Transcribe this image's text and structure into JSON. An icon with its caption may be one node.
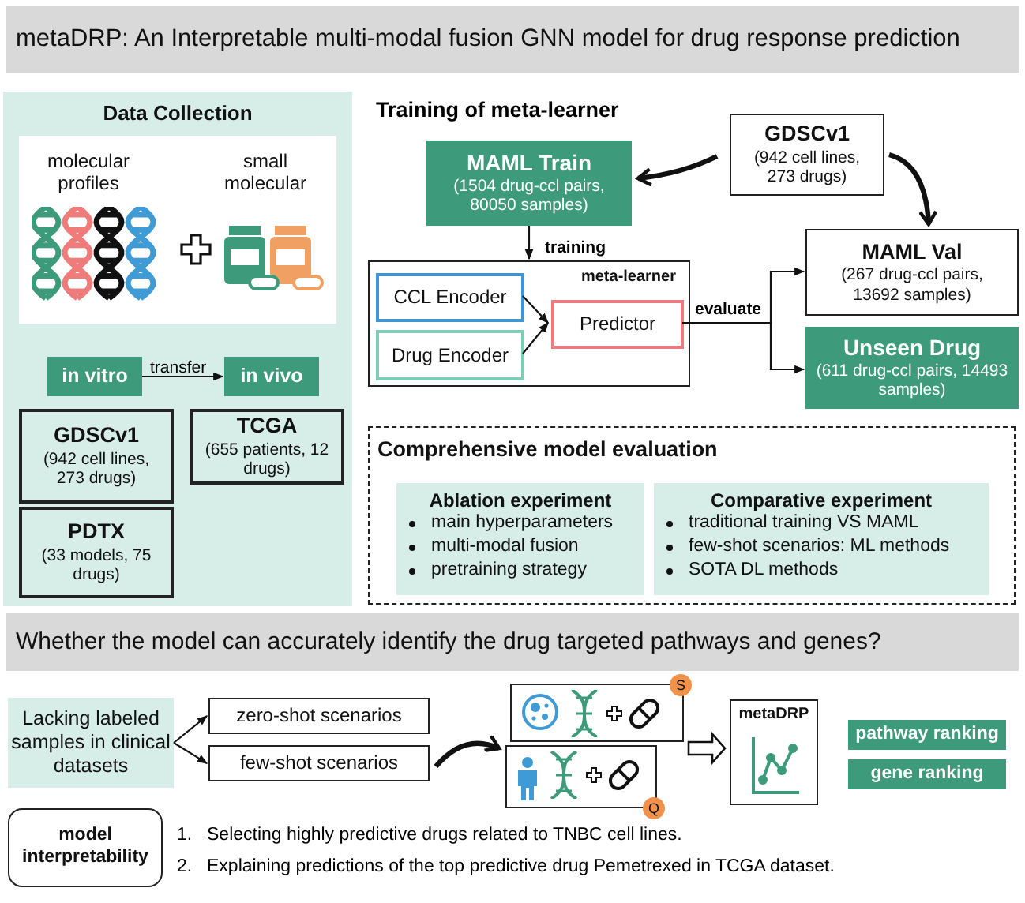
{
  "diagram": {
    "nodes": [
      {
        "text": [
          "metaDRP: An Interpretable multi-modal fusion GNN model for drug response prediction"
        ]
      },
      {
        "text": [
          "Data Collection"
        ]
      },
      {
        "text": [
          "molecular profiles",
          "small molecular"
        ],
        "in": 1
      },
      {
        "text": [
          "in vitro"
        ],
        "in": 1
      },
      {
        "text": [
          "in vivo"
        ],
        "in": 1
      },
      {
        "text": [
          "GDSCv1",
          "(942 cell lines, 273 drugs)"
        ],
        "in": 1
      },
      {
        "text": [
          "TCGA",
          "(655 patients, 12 drugs)"
        ],
        "in": 1
      },
      {
        "text": [
          "PDTX",
          "(33 models, 75 drugs)"
        ],
        "in": 1
      },
      {
        "text": [
          "MAML Train",
          "(1504 drug-ccl pairs, 80050 samples)"
        ]
      },
      {
        "text": [
          "GDSCv1",
          "(942 cell lines, 273 drugs)"
        ]
      },
      {
        "text": [
          "meta-learner"
        ]
      },
      {
        "text": [
          "CCL Encoder"
        ],
        "in": 10
      },
      {
        "text": [
          "Drug Encoder"
        ],
        "in": 10
      },
      {
        "text": [
          "Predictor"
        ],
        "in": 10
      },
      {
        "text": [
          "MAML Val",
          "(267 drug-ccl pairs, 13692 samples)"
        ]
      },
      {
        "text": [
          "Unseen Drug",
          "(611 drug-ccl pairs, 14493 samples)"
        ]
      },
      {
        "text": [
          "Comprehensive model evaluation"
        ]
      },
      {
        "text": [
          "Ablation experiment",
          "main hyperparameters",
          "multi-modal fusion",
          "pretraining strategy"
        ],
        "in": 16
      },
      {
        "text": [
          "Comparative experiment",
          "traditional training VS MAML",
          "few-shot scenarios: ML methods",
          "SOTA DL methods"
        ],
        "in": 16
      },
      {
        "text": [
          "Whether the model can accurately identify the drug targeted pathways and genes?"
        ]
      },
      {
        "text": [
          "Lacking labeled samples in clinical datasets"
        ]
      },
      {
        "text": [
          "zero-shot scenarios"
        ]
      },
      {
        "text": [
          "few-shot scenarios"
        ]
      },
      {
        "text": [
          "S"
        ]
      },
      {
        "text": [
          "Q"
        ]
      },
      {
        "text": [
          "metaDRP"
        ]
      },
      {
        "text": [
          "pathway ranking"
        ]
      },
      {
        "text": [
          "gene ranking"
        ]
      },
      {
        "text": [
          "model interpretability"
        ]
      }
    ],
    "edges": [
      {
        "from": 3,
        "to": 4,
        "arrow": "to",
        "label": "transfer"
      },
      {
        "from": 9,
        "to": 8,
        "arrow": "to",
        "style": "thick"
      },
      {
        "from": 9,
        "to": 14,
        "arrow": "to",
        "style": "thick"
      },
      {
        "from": 8,
        "to": 10,
        "arrow": "to",
        "label": "training"
      },
      {
        "from": 11,
        "to": 13,
        "arrow": "to"
      },
      {
        "from": 12,
        "to": 13,
        "arrow": "to"
      },
      {
        "from": 13,
        "to": 14,
        "arrow": "to",
        "label": "evaluate"
      },
      {
        "from": 13,
        "to": 15,
        "arrow": "to"
      },
      {
        "from": 20,
        "to": 21,
        "arrow": "to"
      },
      {
        "from": 20,
        "to": 22,
        "arrow": "to"
      },
      {
        "from": 22,
        "to": 24,
        "arrow": "to",
        "style": "thick"
      },
      {
        "from": 23,
        "to": 25,
        "arrow": "to"
      }
    ],
    "labels": [
      "Training of meta-learner",
      "1.",
      "Selecting highly predictive drugs related to TNBC cell lines.",
      "2.",
      "Explaining predictions of the top predictive drug Pemetrexed in TCGA dataset."
    ]
  }
}
